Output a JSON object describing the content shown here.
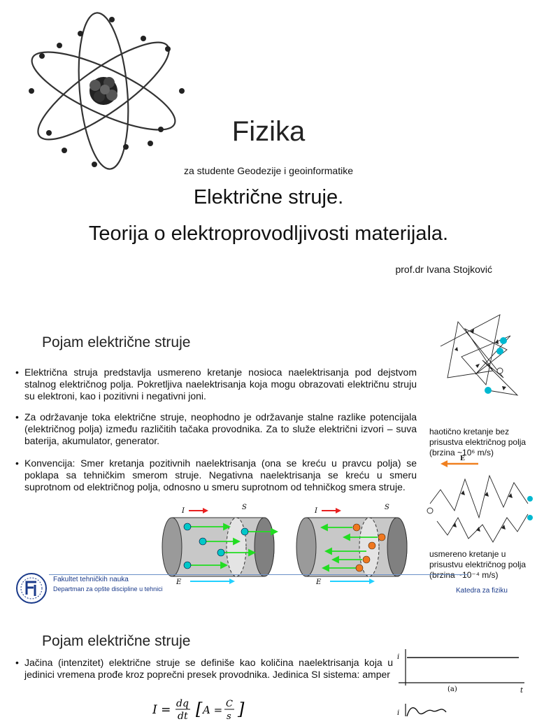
{
  "slide1": {
    "title": "Fizika",
    "subtitle": "za studente Geodezije i geoinformatike",
    "heading1": "Električne struje.",
    "heading2": "Teorija o elektroprovodljivosti materijala.",
    "author": "prof.dr Ivana Stojković"
  },
  "slide2": {
    "title": "Pojam električne struje",
    "bullets": [
      "Električna struja predstavlja usmereno kretanje nosioca naelektrisanja pod dejstvom stalnog električnog polja. Pokretljiva naelektrisanja koja mogu obrazovati električnu struju su elektroni, kao i pozitivni i negativni joni.",
      "Za održavanje toka električne struje, neophodno je održavanje stalne razlike potencijala (električnog polja) između različitih tačaka provodnika. Za to služe električni izvori – suva baterija, akumulator, generator.",
      "Konvencija: Smer kretanja pozitivnih naelektrisanja (ona se kreću u pravcu polja) se poklapa sa tehničkim smerom struje. Negativna naelektrisanja se kreću u smeru suprotnom od električnog polja, odnosno u smeru suprotnom od tehničkog smera struje."
    ],
    "caption_chaotic": [
      "haotično kretanje bez",
      "prisustva električnog polja",
      "(brzina ~10⁶ m/s)"
    ],
    "caption_directed": [
      "usmereno kretanje u",
      "prisustvu električnog polja",
      "(brzina ~10⁻⁴ m/s)"
    ],
    "field_label": "E",
    "diagram_labels": {
      "current": "I",
      "surface": "S",
      "field": "E"
    },
    "footer": {
      "faculty": "Fakultet tehničkih nauka",
      "department": "Departman za opšte discipline u tehnici",
      "chair": "Katedra za fiziku"
    }
  },
  "slide3": {
    "title": "Pojam električne struje",
    "bullet": "Jačina (intenzitet) električne struje se definiše kao količina naelektrisanja koja u jedinici vremena prođe kroz poprečni presek provodnika. Jedinica SI sistema: amper",
    "formula": "I = dq/dt [A = C/s]",
    "graph": {
      "y_label": "i",
      "x_label": "t",
      "panel_label": "(a)"
    }
  },
  "colors": {
    "positive": "#00c8c8",
    "negative": "#f07820",
    "arrow_green": "#22dd22",
    "field_arrow": "#22d0ff",
    "current_arrow": "#e82020"
  }
}
